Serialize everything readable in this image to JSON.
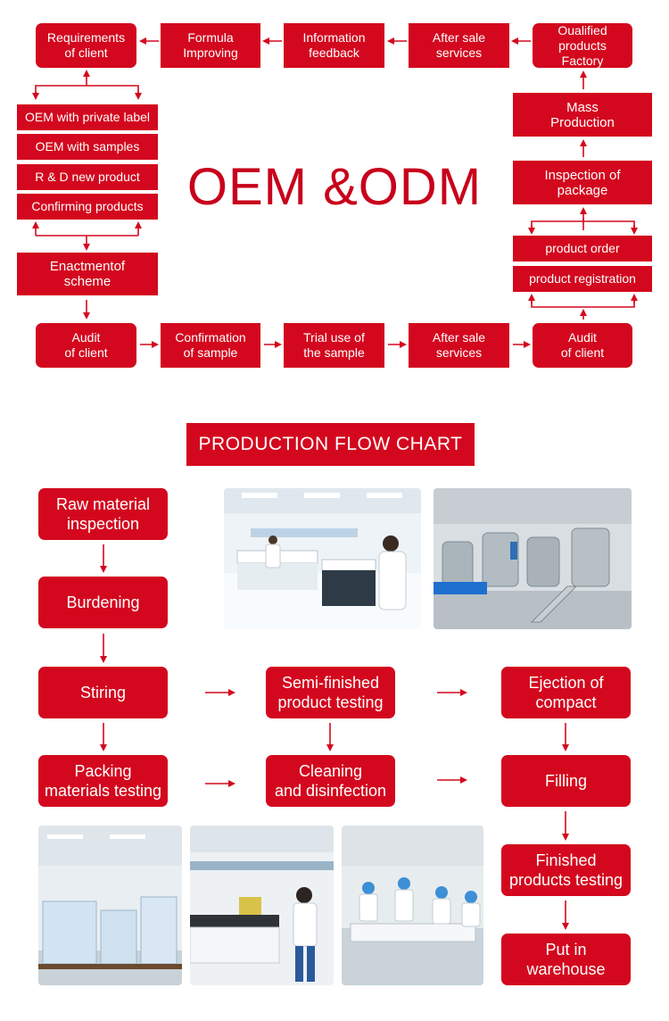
{
  "oem": {
    "title": "OEM &ODM",
    "top_row": [
      "Requirements\nof client",
      "Formula\nImproving",
      "Information\nfeedback",
      "After sale\nservices",
      "Oualified\nproducts Factory"
    ],
    "left_list": [
      "OEM with private label",
      "OEM with samples",
      "R & D new product",
      "Confirming products"
    ],
    "scheme": "Enactmentof\nscheme",
    "bottom_row": [
      "Audit\nof client",
      "Confirmation\nof sample",
      "Trial use of\nthe sample",
      "After sale\nservices",
      "Audit\nof client"
    ],
    "right_col": [
      "Mass\nProduction",
      "Inspection of\npackage"
    ],
    "right_list": [
      "product order",
      "product registration"
    ]
  },
  "flow": {
    "title": "PRODUCTION FLOW CHART",
    "raw": "Raw material\ninspection",
    "burdening": "Burdening",
    "stiring": "Stiring",
    "semi": "Semi-finished\nproduct testing",
    "ejection": "Ejection of\ncompact",
    "packing": "Packing\nmaterials testing",
    "cleaning": "Cleaning\nand disinfection",
    "filling": "Filling",
    "finished": "Finished\nproducts testing",
    "warehouse": "Put in\nwarehouse"
  },
  "colors": {
    "brand_red": "#d3081e",
    "arrow_red": "#d3081e"
  },
  "photos": [
    "laboratory-photo",
    "mixing-tanks-photo",
    "warehouse-stock-photo",
    "lab-worker-photo",
    "packing-line-photo"
  ]
}
